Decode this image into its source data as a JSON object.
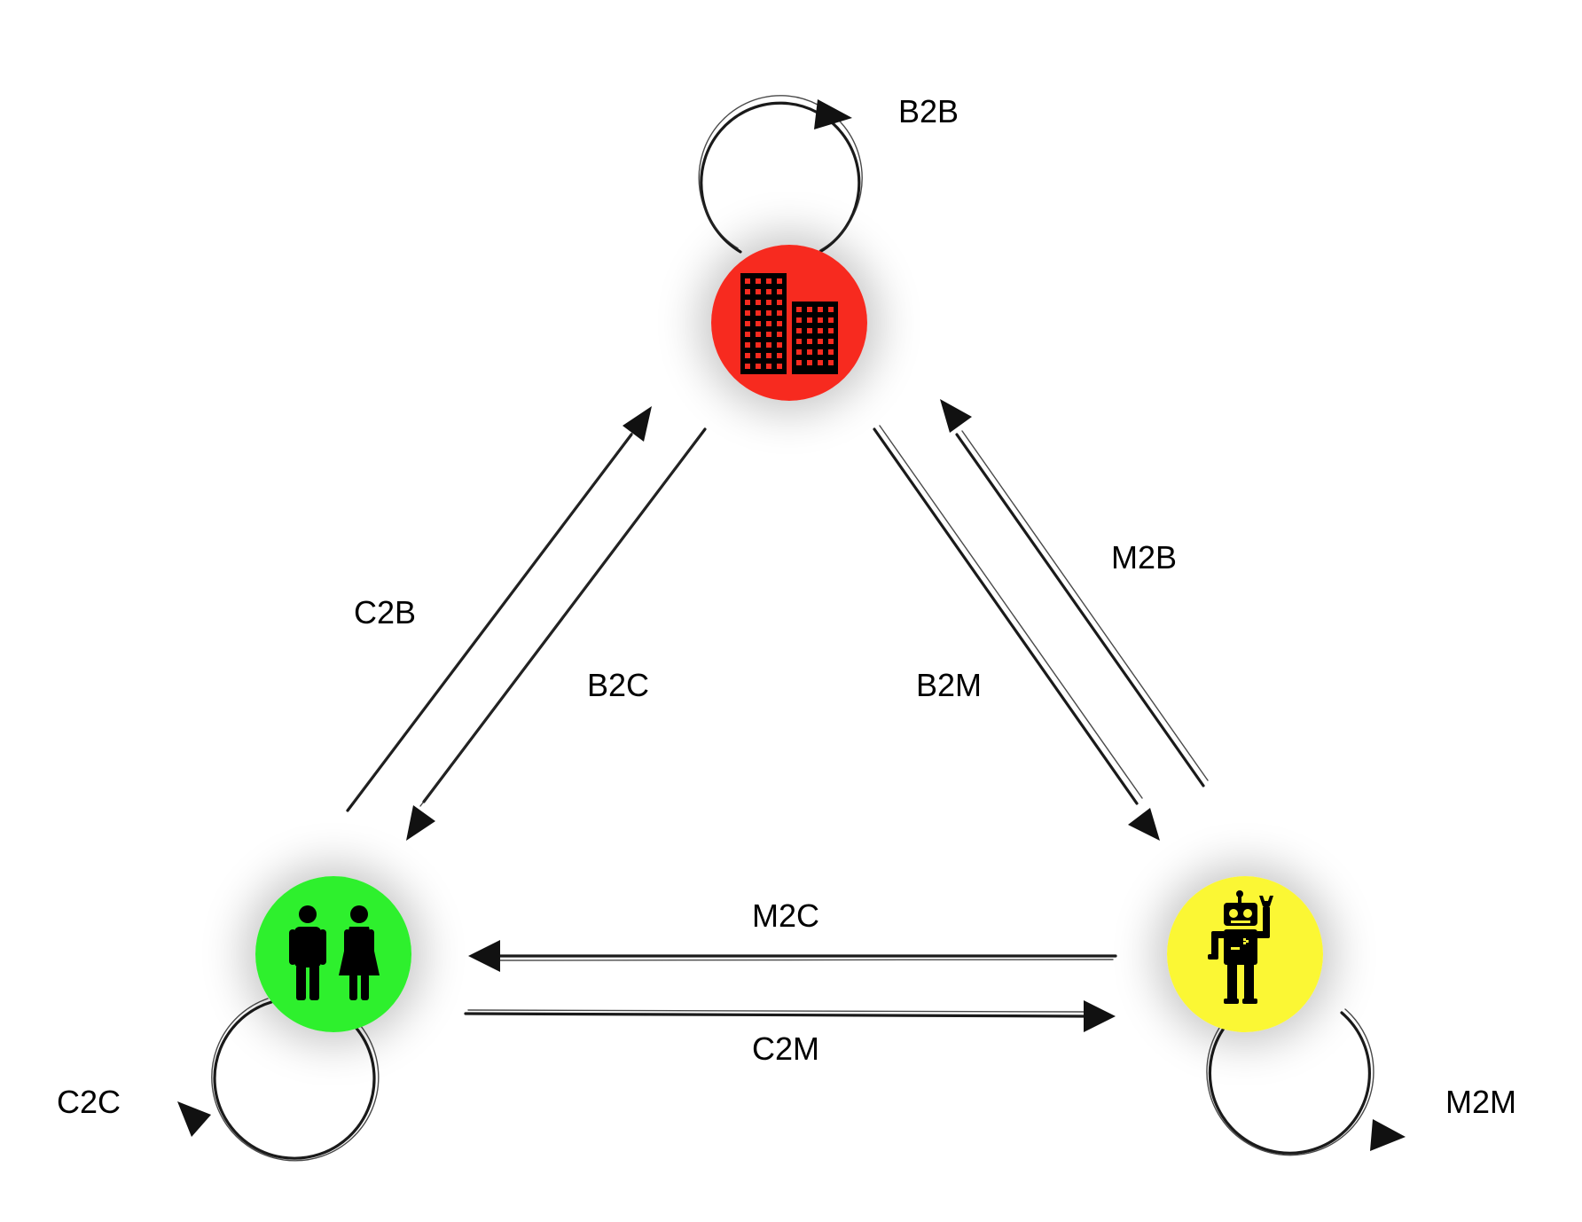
{
  "nodes": {
    "business": {
      "color": "#f72a1f",
      "icon": "office-buildings-icon"
    },
    "consumer": {
      "color": "#2ef02d",
      "icon": "man-woman-icon"
    },
    "machine": {
      "color": "#fbf734",
      "icon": "robot-icon"
    }
  },
  "labels": {
    "b2b": "B2B",
    "c2c": "C2C",
    "m2m": "M2M",
    "c2b": "C2B",
    "b2c": "B2C",
    "b2m": "B2M",
    "m2b": "M2B",
    "m2c": "M2C",
    "c2m": "C2M"
  },
  "colors": {
    "arrow": "#111111",
    "background": "#ffffff"
  }
}
